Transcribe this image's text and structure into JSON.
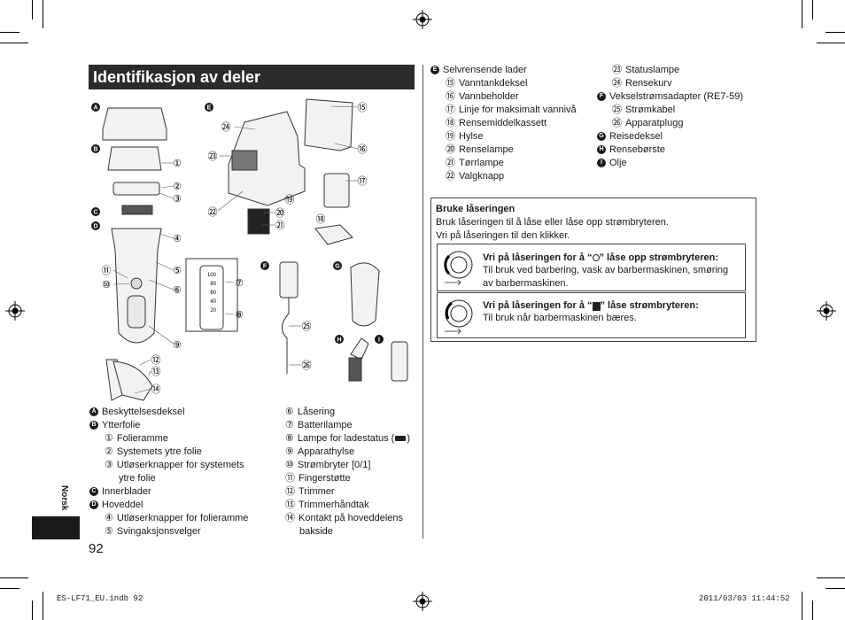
{
  "page": {
    "title": "Identifikasjon av deler",
    "side_tab": "Norsk",
    "page_number": "92",
    "footer_left": "ES-LF71_EU.indb   92",
    "footer_right": "2011/03/03   11:44:52"
  },
  "figure": {
    "letters": [
      "A",
      "B",
      "C",
      "D",
      "E",
      "F",
      "G",
      "H",
      "I"
    ],
    "numbers": [
      "①",
      "②",
      "③",
      "④",
      "⑤",
      "⑥",
      "⑦",
      "⑧",
      "⑨",
      "⑩",
      "⑪",
      "⑫",
      "⑬",
      "⑭",
      "⑮",
      "⑯",
      "⑰",
      "⑱",
      "⑲",
      "⑳",
      "㉑",
      "㉒",
      "㉓",
      "㉔",
      "㉕",
      "㉖"
    ],
    "gauge_labels": [
      "100",
      "80",
      "60",
      "40",
      "20"
    ]
  },
  "parts_left": [
    {
      "badge": "A",
      "text": "Beskyttelsesdeksel"
    },
    {
      "badge": "B",
      "text": "Ytterfolie"
    },
    {
      "num": "①",
      "text": "Folieramme"
    },
    {
      "num": "②",
      "text": "Systemets ytre folie"
    },
    {
      "num": "③",
      "text": "Utløserknapper for systemets"
    },
    {
      "cont": true,
      "text": "ytre folie"
    },
    {
      "badge": "C",
      "text": "Innerblader"
    },
    {
      "badge": "D",
      "text": "Hoveddel"
    },
    {
      "num": "④",
      "text": "Utløserknapper for folieramme"
    },
    {
      "num": "⑤",
      "text": "Svingaksjonsvelger"
    }
  ],
  "parts_mid": [
    {
      "num": "⑥",
      "text": "Låsering"
    },
    {
      "num": "⑦",
      "text": "Batterilampe"
    },
    {
      "num": "⑧",
      "text": "Lampe for ladestatus (",
      "suffix": ")"
    },
    {
      "num": "⑨",
      "text": "Apparathylse"
    },
    {
      "num": "⑩",
      "text": "Strømbryter [0/1]"
    },
    {
      "num": "⑪",
      "text": "Fingerstøtte"
    },
    {
      "num": "⑫",
      "text": "Trimmer"
    },
    {
      "num": "⑬",
      "text": "Trimmerhåndtak"
    },
    {
      "num": "⑭",
      "text": "Kontakt på hoveddelens"
    },
    {
      "cont": true,
      "text": "bakside"
    }
  ],
  "parts_right_a": [
    {
      "badge": "E",
      "text": "Selvrensende lader"
    },
    {
      "num": "⑮",
      "text": "Vanntankdeksel"
    },
    {
      "num": "⑯",
      "text": "Vannbeholder"
    },
    {
      "num": "⑰",
      "text": "Linje for maksimalt vannivå"
    },
    {
      "num": "⑱",
      "text": "Rensemiddelkassett"
    },
    {
      "num": "⑲",
      "text": "Hylse"
    },
    {
      "num": "⑳",
      "text": "Renselampe"
    },
    {
      "num": "㉑",
      "text": "Tørrlampe"
    },
    {
      "num": "㉒",
      "text": "Valgknapp"
    }
  ],
  "parts_right_b": [
    {
      "num": "㉓",
      "text": "Statuslampe"
    },
    {
      "num": "㉔",
      "text": "Rensekurv"
    },
    {
      "badge": "F",
      "text": "Vekselstrømsadapter (RE7-59)"
    },
    {
      "num": "㉕",
      "text": "Strømkabel"
    },
    {
      "num": "㉖",
      "text": "Apparatplugg"
    },
    {
      "badge": "G",
      "text": "Reisedeksel"
    },
    {
      "badge": "H",
      "text": "Rensebørste"
    },
    {
      "badge": "I",
      "text": "Olje"
    }
  ],
  "lock": {
    "heading": "Bruke låseringen",
    "line1": "Bruk låseringen til å låse eller låse opp strømbryteren.",
    "line2": "Vri på låseringen til den klikker.",
    "unlock_title_a": "Vri på låseringen for å “",
    "unlock_title_b": "” låse opp strømbryteren:",
    "unlock_text1": "Til bruk ved barbering, vask av barbermaskinen, smøring",
    "unlock_text2": "av barbermaskinen.",
    "lock_title_a": "Vri på låseringen for å “",
    "lock_title_b": "” låse strømbryteren:",
    "lock_text": "Til bruk når barbermaskinen bæres."
  }
}
